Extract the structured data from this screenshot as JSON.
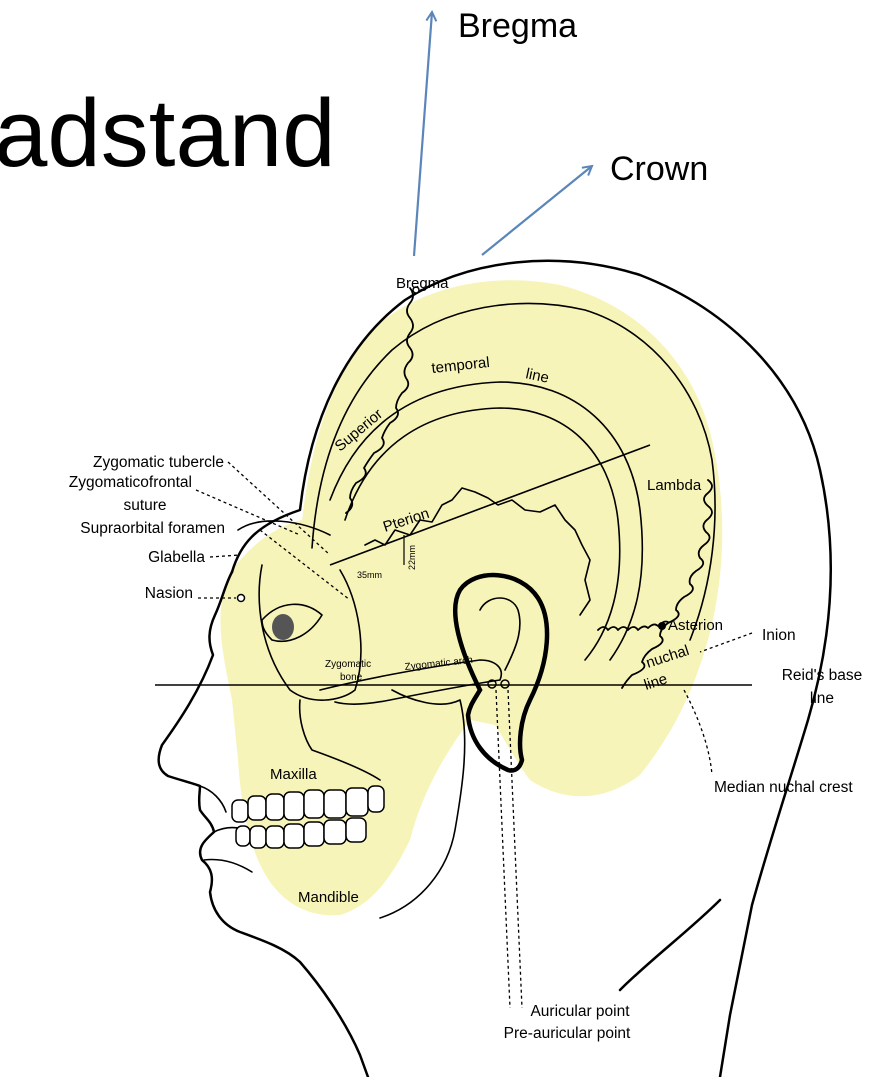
{
  "slide": {
    "title_fragment": "adstand"
  },
  "arrows": {
    "bregma": "Bregma",
    "crown": "Crown"
  },
  "labels": {
    "bregma": "Bregma",
    "temporal": "temporal",
    "line": "line",
    "superior": "Superior",
    "pterion": "Pterion",
    "lambda": "Lambda",
    "asterion": "Asterion",
    "inion": "Inion",
    "nuchal": "nuchal",
    "nuchal_line": "line",
    "reids_1": "Reid's base",
    "reids_2": "line",
    "median_nuchal": "Median nuchal crest",
    "zyg_tubercle": "Zygomatic tubercle",
    "zyg_frontal_1": "Zygomaticofrontal",
    "zyg_frontal_2": "suture",
    "supraorbital": "Supraorbital foramen",
    "glabella": "Glabella",
    "nasion": "Nasion",
    "zyg_bone_1": "Zygomatic",
    "zyg_bone_2": "bone",
    "zyg_arch": "Zygomatic arch",
    "maxilla": "Maxilla",
    "mandible": "Mandible",
    "auricular": "Auricular point",
    "pre_auricular": "Pre-auricular point",
    "mm35": "35mm",
    "mm22": "22mm"
  },
  "colors": {
    "skull_fill": "#f7f4b9",
    "arrow": "#5b86b9",
    "ink": "#000000"
  }
}
